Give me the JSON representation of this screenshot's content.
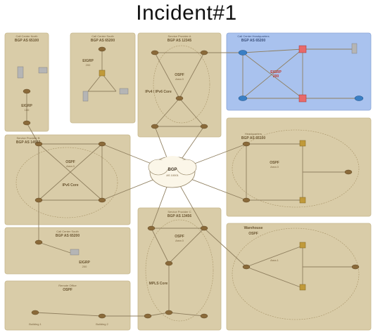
{
  "title": "Incident#1",
  "zones": [
    {
      "id": "cc-north",
      "title": "Call Center North",
      "bgp": "BGP AS 65100",
      "proto": "EIGRP",
      "proto_sub": "100"
    },
    {
      "id": "cc-south-top",
      "title": "Call Center South",
      "bgp": "BGP AS 65200",
      "proto": "EIGRP",
      "proto_sub": "200"
    },
    {
      "id": "sp-a",
      "title": "Service Provider A",
      "bgp": "BGP AS 12345",
      "proto": "OSPF",
      "proto_sub": "Area 0",
      "core": "IPv4 / IPv6 Core"
    },
    {
      "id": "cc-hq",
      "title": "Call Center Headquarters",
      "bgp": "BGP AS 65200",
      "proto": "EIGRP",
      "proto_sub": "200"
    },
    {
      "id": "sp-b",
      "title": "Service Provider B",
      "bgp": "BGP AS 14567",
      "proto": "OSPF",
      "proto_sub": "Area 0",
      "core": "IPv6 Core"
    },
    {
      "id": "hq",
      "title": "Headquarters",
      "bgp": "BGP AS 65100",
      "proto": "OSPF",
      "proto_sub": "Area 0"
    },
    {
      "id": "cc-south",
      "title": "Call Center South",
      "bgp": "BGP AS 65200",
      "proto": "EIGRP",
      "proto_sub": "200"
    },
    {
      "id": "sp-c",
      "title": "Service Provider C",
      "bgp": "BGP AS 13456",
      "proto": "OSPF",
      "proto_sub": "Area 0",
      "core": "MPLS Core"
    },
    {
      "id": "warehouse",
      "title": "Warehouse",
      "proto": "OSPF",
      "proto_sub": "Area 1"
    },
    {
      "id": "remote",
      "title": "Remote Office",
      "proto": "OSPF",
      "building1": "Building 1",
      "building2": "Building 2"
    }
  ],
  "cloud": {
    "label": "BGP",
    "sub": "AS 10001"
  },
  "colors": {
    "zone": "#d9cca8",
    "zone_border": "#c7b88d",
    "hq_blue": "#a9c2ee",
    "router": "#8a6a3a",
    "router_blue": "#3a7fc4",
    "switch": "#c09a3a",
    "link": "#8f7f5f",
    "eigrp_red": "#c0392b"
  }
}
